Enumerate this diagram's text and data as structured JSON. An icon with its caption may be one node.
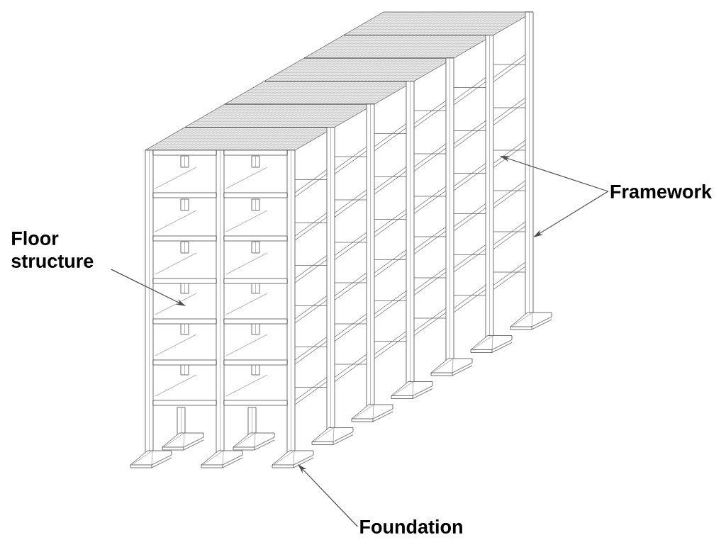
{
  "diagram": {
    "nodes": [
      {
        "text": [
          "Floor structure"
        ]
      },
      {
        "text": [
          "Framework"
        ]
      },
      {
        "text": [
          "Foundation"
        ]
      }
    ],
    "edges": [
      {
        "from": 0,
        "to": null,
        "arrow": "to"
      },
      {
        "from": 1,
        "to": null,
        "arrow": "to"
      },
      {
        "from": 1,
        "to": null,
        "arrow": "to"
      },
      {
        "from": 2,
        "to": null,
        "arrow": "to"
      }
    ]
  }
}
